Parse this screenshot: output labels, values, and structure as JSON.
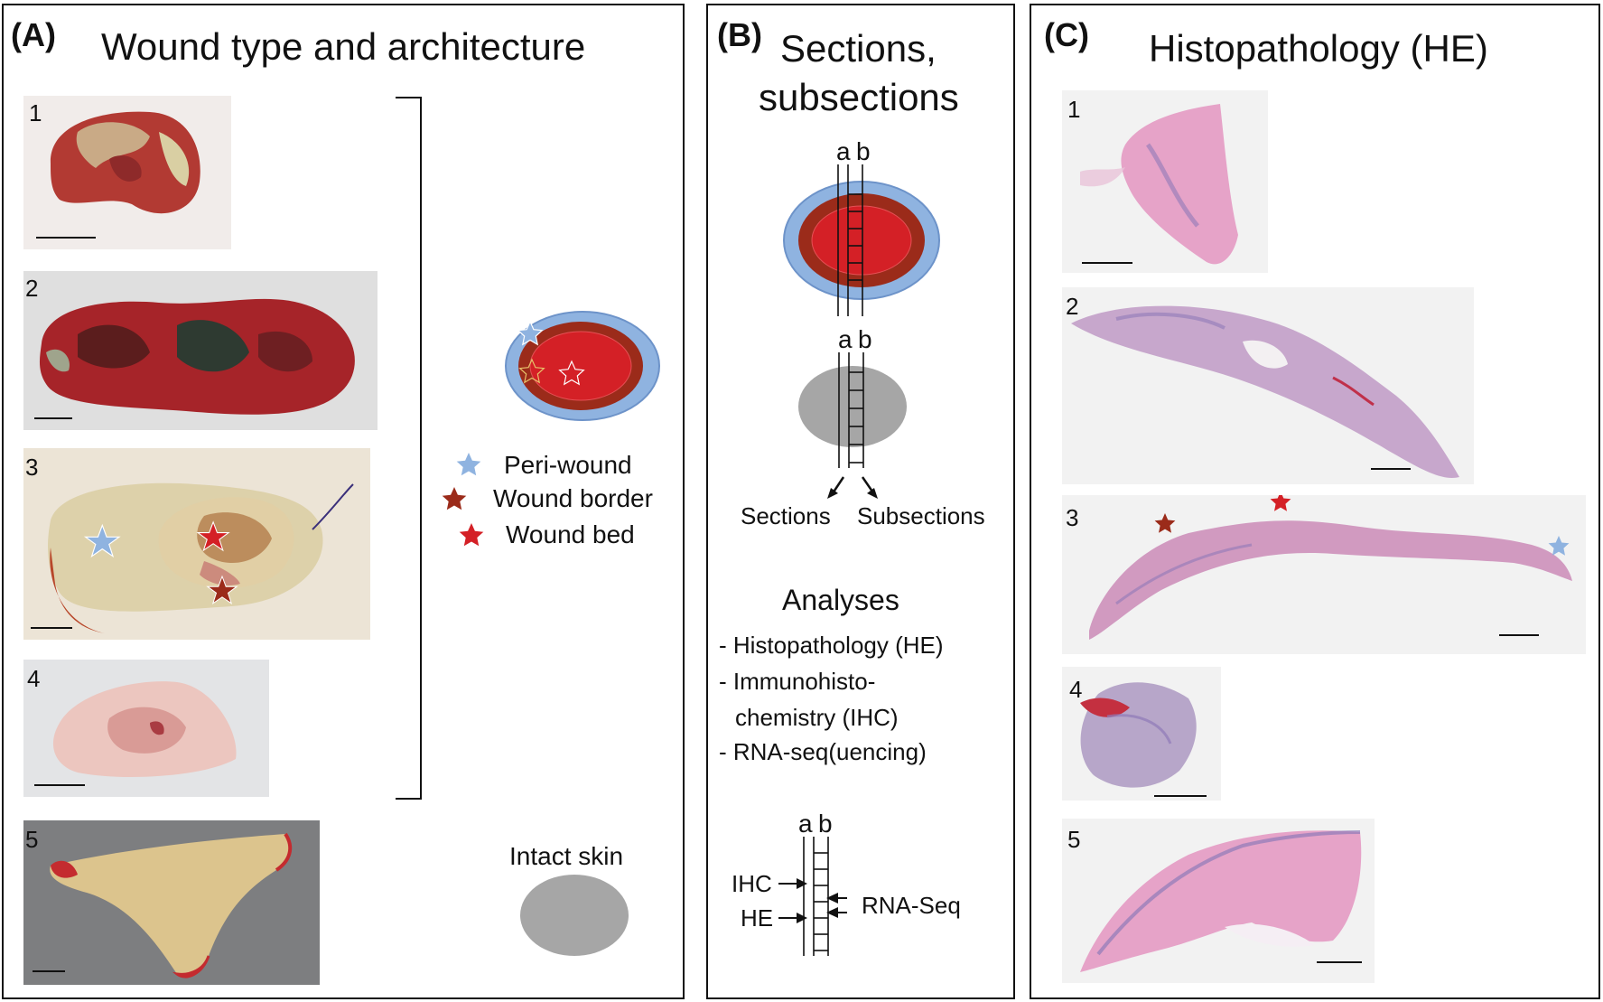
{
  "panel_a": {
    "letter": "(A)",
    "title": "Wound type and architecture",
    "photo_numbers": [
      "1",
      "2",
      "3",
      "4",
      "5"
    ],
    "legend": [
      "Peri-wound",
      "Wound border",
      "Wound bed"
    ],
    "intact_label": "Intact skin"
  },
  "panel_b": {
    "letter": "(B)",
    "title_line1": "Sections,",
    "title_line2": "subsections",
    "col_a": "a",
    "col_b": "b",
    "sections_label": "Sections",
    "subsections_label": "Subsections",
    "analyses_title": "Analyses",
    "analyses_items": [
      "- Histopathology (HE)",
      "- Immunohisto-",
      "chemistry (IHC)",
      "- RNA-seq(uencing)"
    ],
    "ihc_label": "IHC",
    "he_label": "HE",
    "rnaseq_label": "RNA-Seq"
  },
  "panel_c": {
    "letter": "(C)",
    "title": "Histopathology (HE)",
    "photo_numbers": [
      "1",
      "2",
      "3",
      "4",
      "5"
    ]
  },
  "colors": {
    "peri_wound": "#8fb3e0",
    "wound_border": "#9b2b1a",
    "wound_bed": "#d42026",
    "intact_skin": "#a6a6a6",
    "he_pink": "#e6a3c8",
    "he_purple": "#8f7ab8"
  }
}
